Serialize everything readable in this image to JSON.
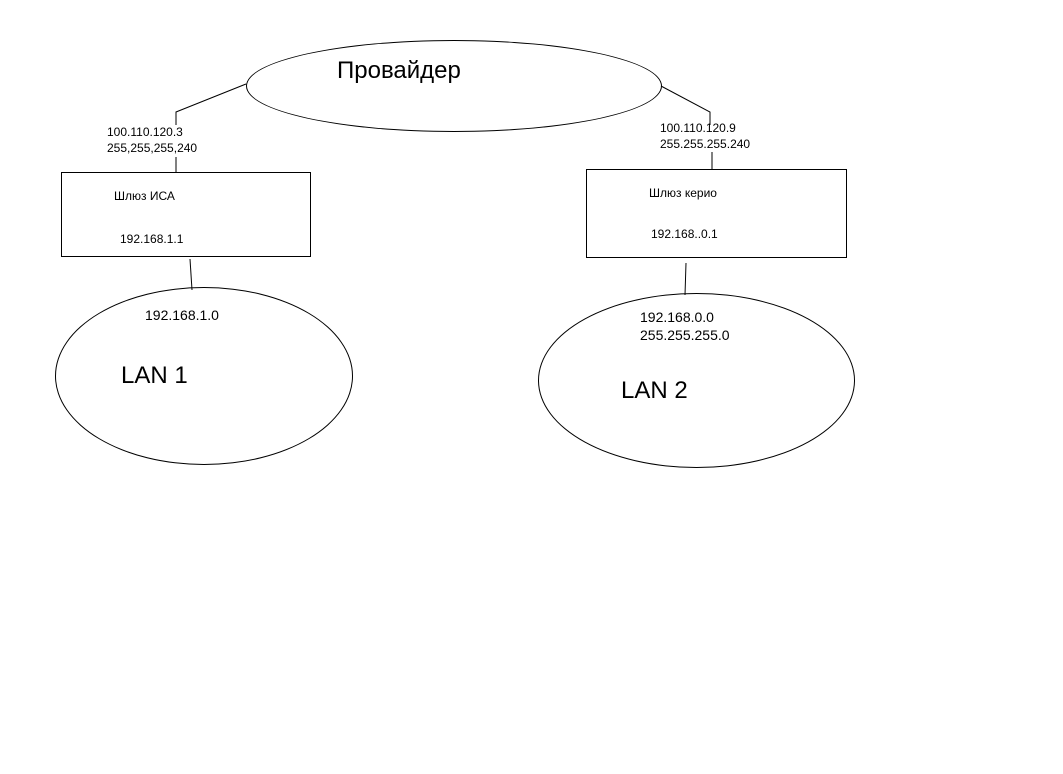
{
  "provider": {
    "label": "Провайдер"
  },
  "gateway_isa": {
    "wan_ip": "100.110.120.3",
    "wan_mask": "255,255,255,240",
    "name": "Шлюз ИСА",
    "lan_ip": "192.168.1.1"
  },
  "gateway_kerio": {
    "wan_ip": "100.110.120.9",
    "wan_mask": "255.255.255.240",
    "name": "Шлюз керио",
    "lan_ip": "192.168..0.1"
  },
  "lan1": {
    "network": "192.168.1.0",
    "label": "LAN 1"
  },
  "lan2": {
    "network": "192.168.0.0",
    "mask": "255.255.255.0",
    "label": "LAN 2"
  },
  "colors": {
    "stroke": "#000000",
    "background": "#ffffff"
  }
}
